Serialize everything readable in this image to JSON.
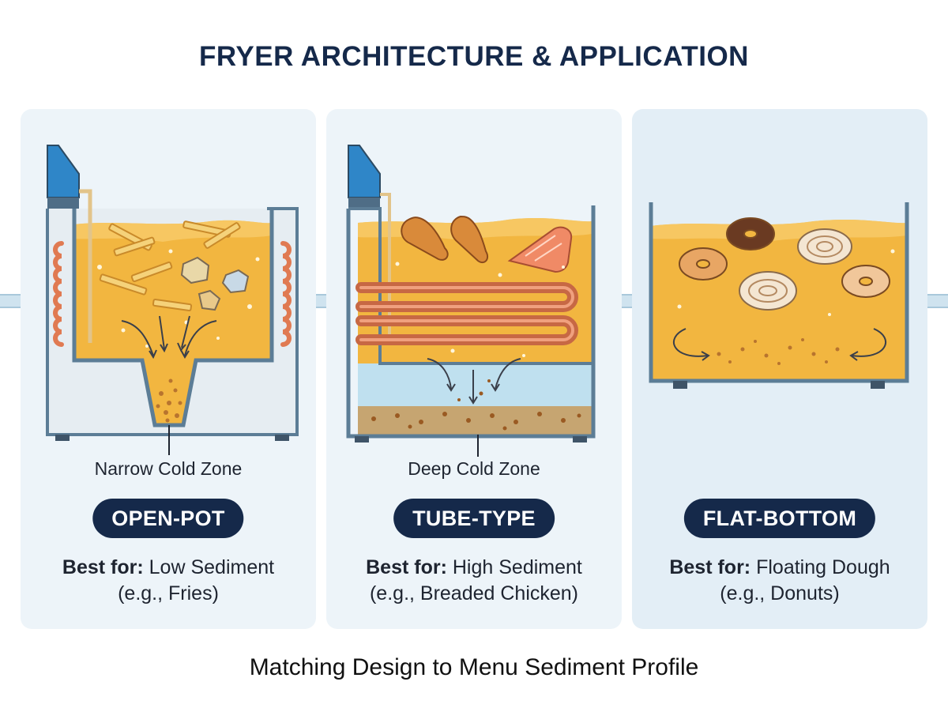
{
  "title": "FRYER ARCHITECTURE & APPLICATION",
  "footer": "Matching Design to Menu Sediment Profile",
  "colors": {
    "navy": "#15294a",
    "oil": "#f2b640",
    "coil": "#e07a52",
    "water": "#bfe0ef",
    "frame": "#5c7d96",
    "control": "#2f86c8"
  },
  "panels": [
    {
      "zone_label": "Narrow Cold Zone",
      "type_label": "OPEN-POT",
      "best_for_label": "Best for:",
      "best_for_value": "Low Sediment",
      "example": "(e.g., Fries)"
    },
    {
      "zone_label": "Deep Cold Zone",
      "type_label": "TUBE-TYPE",
      "best_for_label": "Best for:",
      "best_for_value": "High Sediment",
      "example": "(e.g., Breaded Chicken)"
    },
    {
      "zone_label": "",
      "type_label": "FLAT-BOTTOM",
      "best_for_label": "Best for:",
      "best_for_value": "Floating Dough",
      "example": "(e.g., Donuts)"
    }
  ]
}
